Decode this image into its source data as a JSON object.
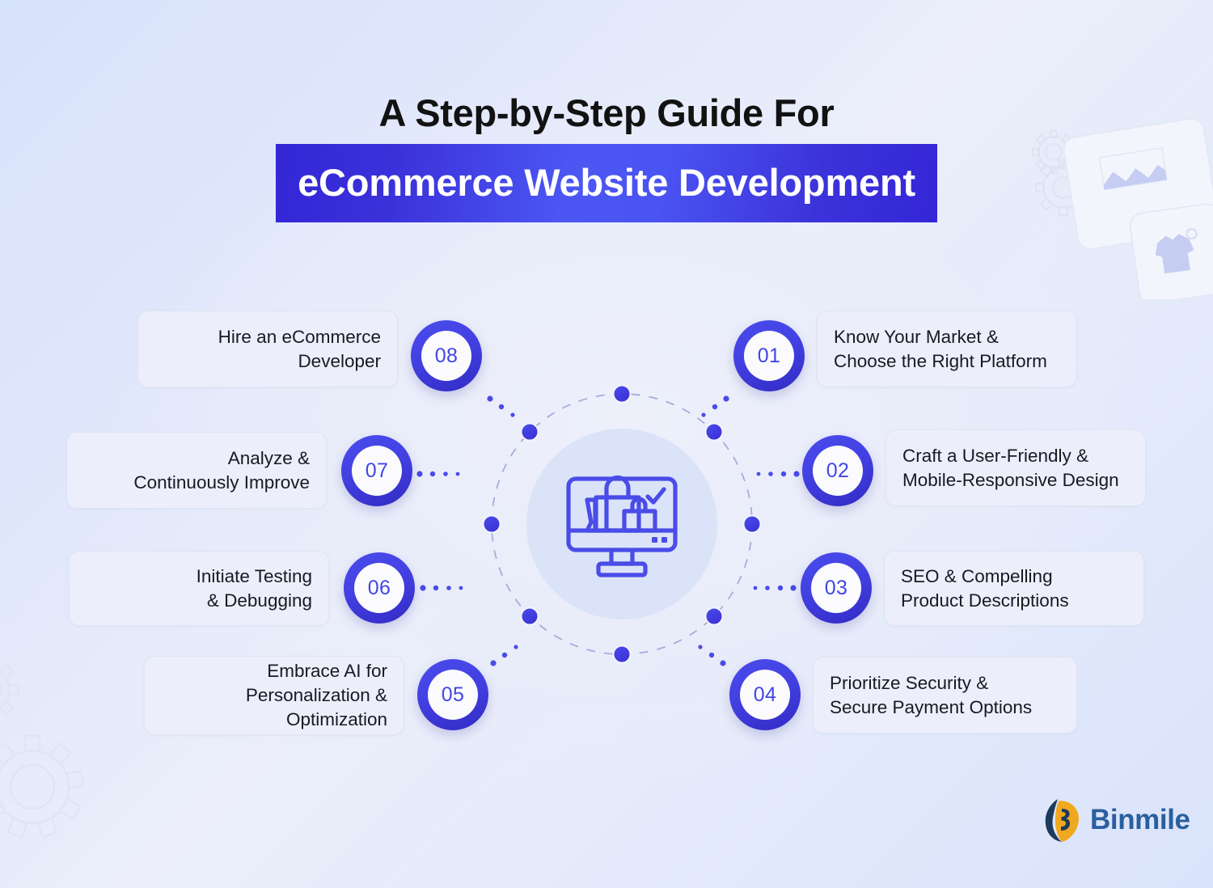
{
  "header": {
    "title_line1": "A Step-by-Step Guide For",
    "title_line2": "eCommerce Website Development"
  },
  "center": {
    "icon_name": "ecommerce-monitor-shopping-bags-icon"
  },
  "steps": [
    {
      "number": "01",
      "label": "Know Your Market &\nChoose the Right Platform",
      "side": "right"
    },
    {
      "number": "02",
      "label": "Craft a User-Friendly &\nMobile-Responsive Design",
      "side": "right"
    },
    {
      "number": "03",
      "label": "SEO & Compelling\nProduct Descriptions",
      "side": "right"
    },
    {
      "number": "04",
      "label": "Prioritize Security &\nSecure Payment Options",
      "side": "right"
    },
    {
      "number": "05",
      "label": "Embrace AI for\nPersonalization &\nOptimization",
      "side": "left"
    },
    {
      "number": "06",
      "label": "Initiate Testing\n& Debugging",
      "side": "left"
    },
    {
      "number": "07",
      "label": "Analyze &\nContinuously Improve",
      "side": "left"
    },
    {
      "number": "08",
      "label": "Hire an eCommerce\nDeveloper",
      "side": "left"
    }
  ],
  "brand": {
    "name": "Binmile",
    "logo_mark": "binmile-b-logo-icon",
    "mark_gold": "#f0a91e",
    "mark_navy": "#1d3a5c",
    "text_color": "#2a5f9e"
  },
  "colors": {
    "accent_blue": "#4246e4",
    "accent_deep": "#322bc4",
    "band_gradient_start": "#3326d6",
    "band_gradient_mid": "#4b56f3",
    "card_bg": "#eceffb",
    "card_border": "#dfe4f3",
    "text_dark": "#171a22",
    "hub_disc": "#dbe3f8",
    "page_bg_light": "#ebeefa",
    "page_bg_blue": "#d7e2fb"
  },
  "decor": {
    "topright": "gears-and-tilted-cards-decoration",
    "bottomleft": "gears-decoration"
  }
}
